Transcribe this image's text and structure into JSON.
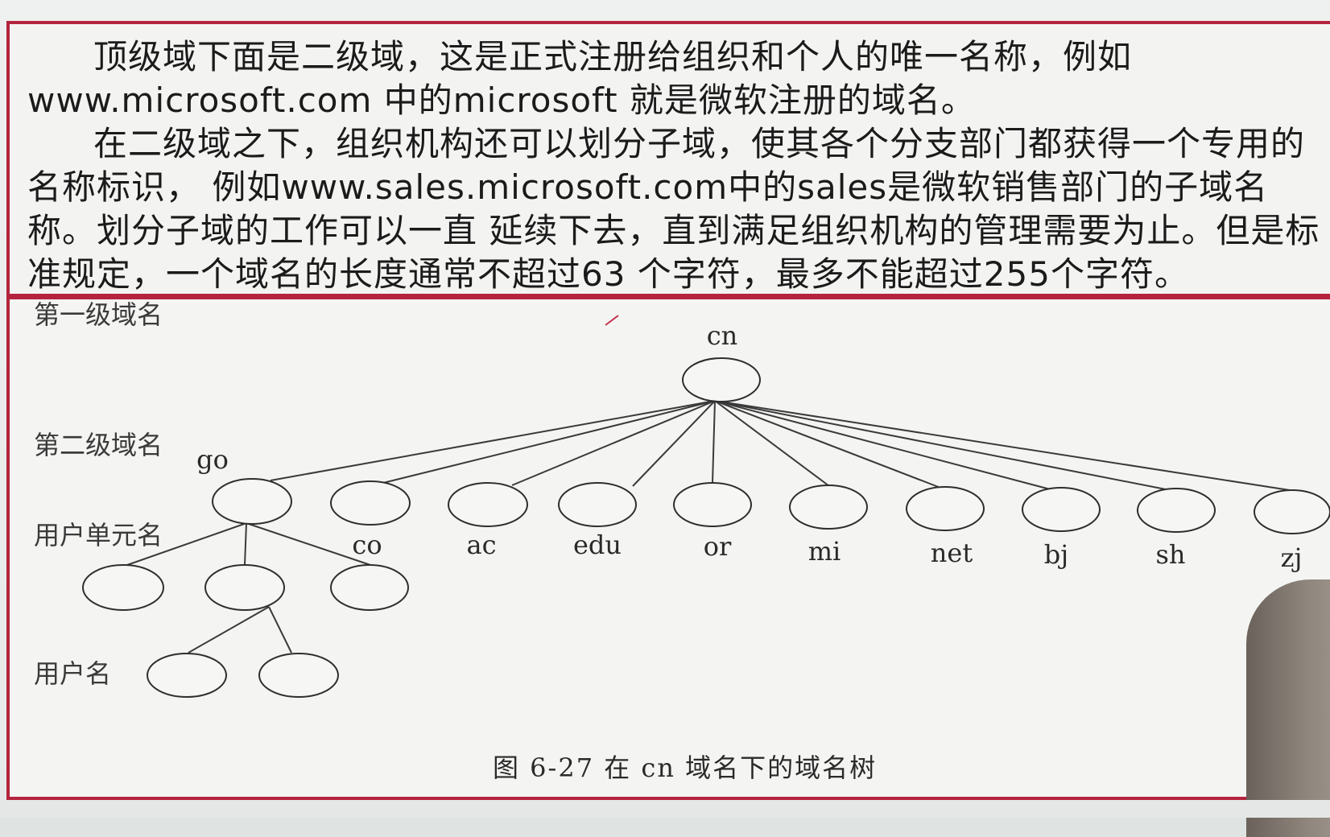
{
  "text_panel": {
    "paragraph1": "顶级域下面是二级域，这是正式注册给组织和个人的唯一名称，例如www.microsoft.com 中的microsoft 就是微软注册的域名。",
    "paragraph2": "在二级域之下，组织机构还可以划分子域，使其各个分支部门都获得一个专用的名称标识， 例如www.sales.microsoft.com中的sales是微软销售部门的子域名称。划分子域的工作可以一直 延续下去，直到满足组织机构的管理需要为止。但是标准规定，一个域名的长度通常不超过63 个字符，最多不能超过255个字符。"
  },
  "diagram": {
    "level_labels": {
      "level1": "第一级域名",
      "level2": "第二级域名",
      "level3": "用户单元名",
      "level4": "用户名"
    },
    "root": "cn",
    "second_level": [
      "go",
      "co",
      "ac",
      "edu",
      "or",
      "mi",
      "net",
      "bj",
      "sh",
      "zj"
    ],
    "caption": "图 6-27    在 cn 域名下的域名树"
  }
}
